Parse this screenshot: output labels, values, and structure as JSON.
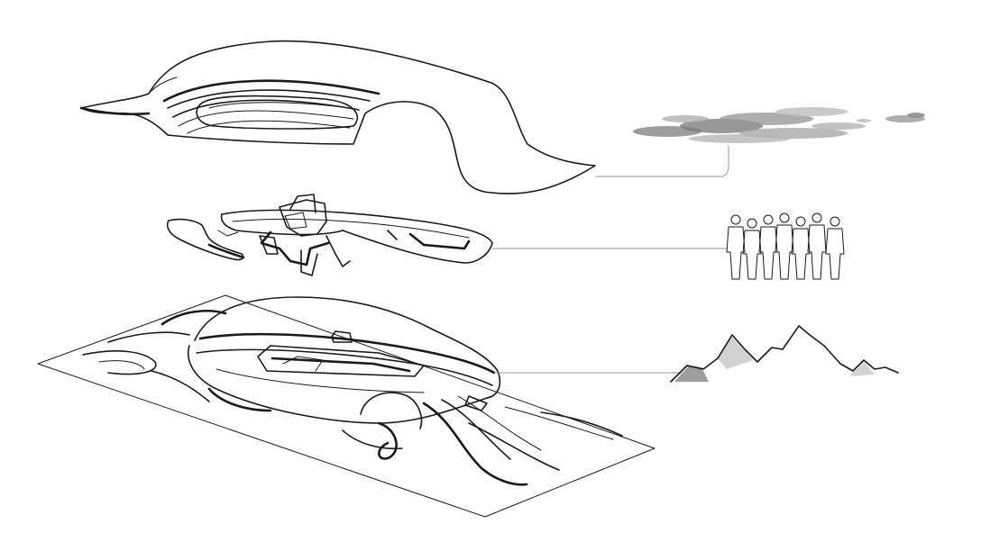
{
  "colors": {
    "background": "#ffffff",
    "linework": "#1a1a1a",
    "connector": "#9a9a9a",
    "cloud_dark": "#8c8c8c",
    "cloud_light": "#c4c4c4",
    "mountain_fill": "#9e9e9e",
    "mountain_light": "#d2d2d2"
  },
  "layers": [
    {
      "part": "roof-shell",
      "symbol": "cloud-icon"
    },
    {
      "part": "interior-frame",
      "symbol": "people-group-icon"
    },
    {
      "part": "body-and-landscape-base",
      "symbol": "mountains-icon"
    }
  ]
}
